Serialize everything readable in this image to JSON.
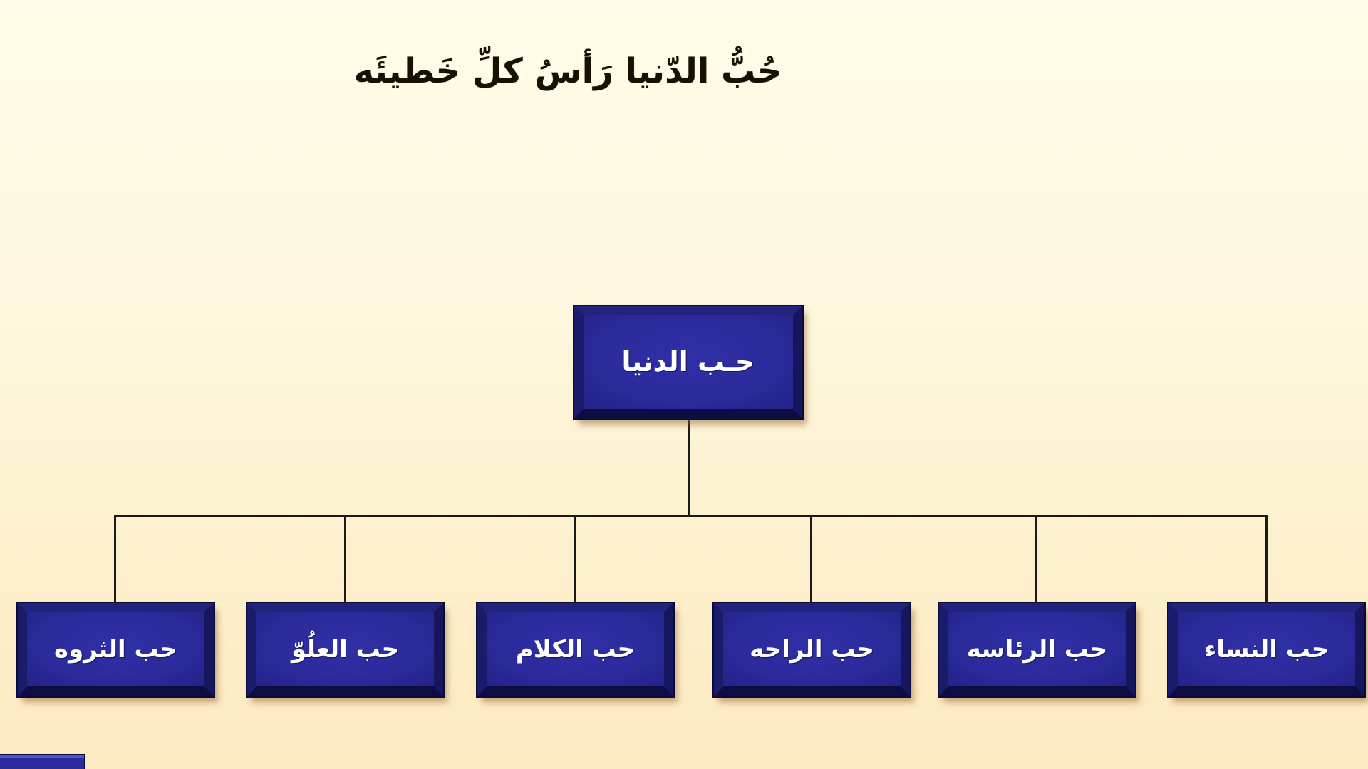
{
  "title": "حُبُّ الدّنيا رَأسُ كلِّ خَطيئَه",
  "root": {
    "label": "حـب الدنيا"
  },
  "children": [
    {
      "label": "حب الثروه"
    },
    {
      "label": "حب العلُوّ"
    },
    {
      "label": "حب الكلام"
    },
    {
      "label": "حب الراحه"
    },
    {
      "label": "حب الرئاسه"
    },
    {
      "label": "حب النساء"
    }
  ],
  "colors": {
    "bg-top": "#fefce8",
    "bg-bottom": "#fde9c0",
    "box-fill": "#2b2b9d",
    "box-frame-top": "#23237d",
    "box-frame-right": "#16165e",
    "box-frame-bottom": "#0d0d44",
    "box-frame-left": "#1b1b6b",
    "box-outline": "#0b0b38",
    "text-on-box": "#ffffff",
    "title-color": "#171004",
    "line-color": "#1a1a1a",
    "shadow-color": "rgba(150,105,55,0.5)"
  }
}
